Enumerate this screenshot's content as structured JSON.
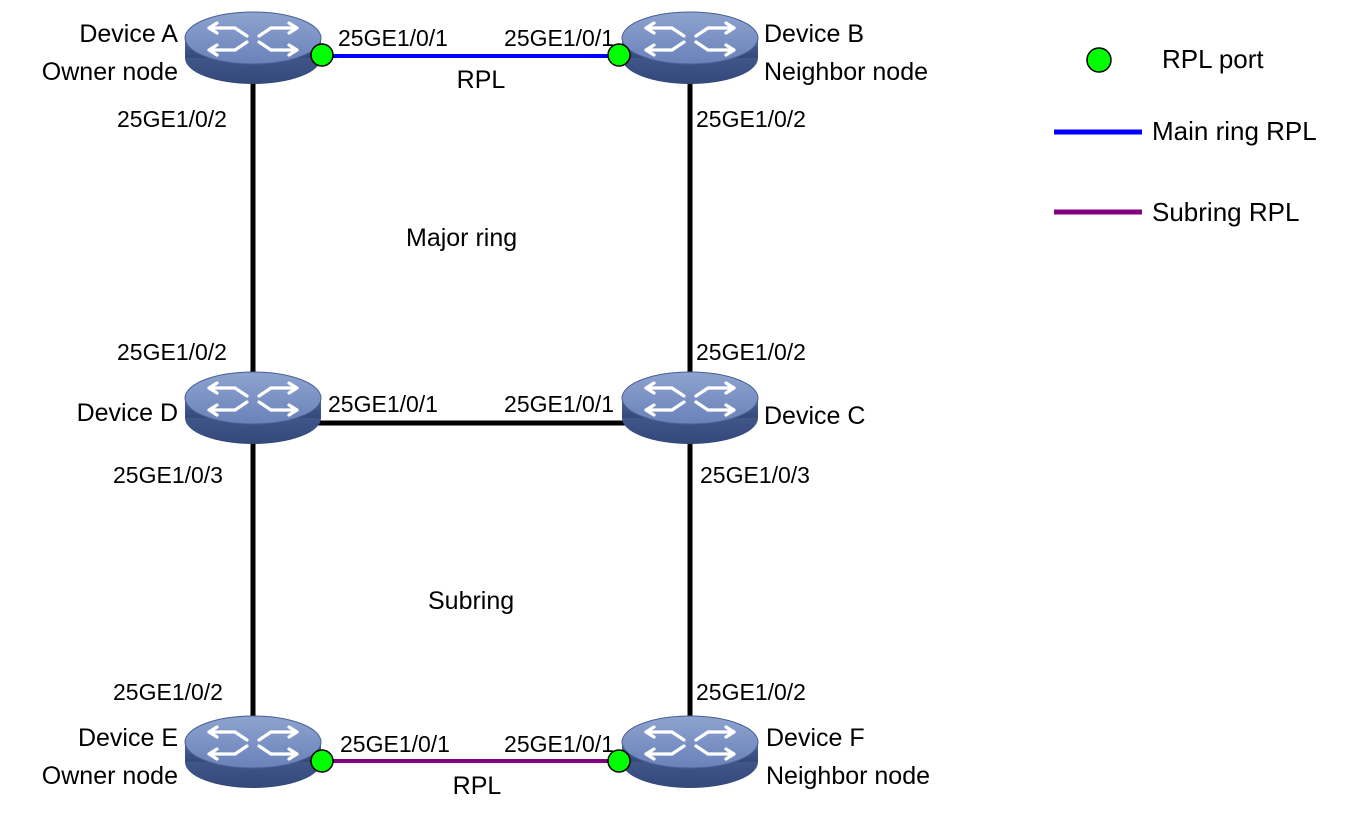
{
  "colors": {
    "main_ring_rpl": "#0000ff",
    "subring_rpl": "#800080",
    "normal_link": "#000000",
    "rpl_port": "#00ff00",
    "device_fill": "#5b72a8"
  },
  "devices": {
    "a": {
      "name": "Device A",
      "role": "Owner node",
      "icon": "switch-icon"
    },
    "b": {
      "name": "Device B",
      "role": "Neighbor node",
      "icon": "switch-icon"
    },
    "c": {
      "name": "Device C",
      "icon": "switch-icon"
    },
    "d": {
      "name": "Device D",
      "icon": "switch-icon"
    },
    "e": {
      "name": "Device E",
      "role": "Owner node",
      "icon": "switch-icon"
    },
    "f": {
      "name": "Device F",
      "role": "Neighbor node",
      "icon": "switch-icon"
    }
  },
  "ports": {
    "a_1": "25GE1/0/1",
    "a_2": "25GE1/0/2",
    "b_1": "25GE1/0/1",
    "b_2": "25GE1/0/2",
    "c_2": "25GE1/0/2",
    "c_1": "25GE1/0/1",
    "c_3": "25GE1/0/3",
    "d_2": "25GE1/0/2",
    "d_1": "25GE1/0/1",
    "d_3": "25GE1/0/3",
    "e_2": "25GE1/0/2",
    "e_1": "25GE1/0/1",
    "f_2": "25GE1/0/2",
    "f_1": "25GE1/0/1"
  },
  "links": {
    "top_rpl": "RPL",
    "bottom_rpl": "RPL"
  },
  "rings": {
    "major": "Major ring",
    "sub": "Subring"
  },
  "legend": {
    "rpl_port": "RPL port",
    "main_ring_rpl": "Main ring RPL",
    "subring_rpl": "Subring RPL"
  }
}
